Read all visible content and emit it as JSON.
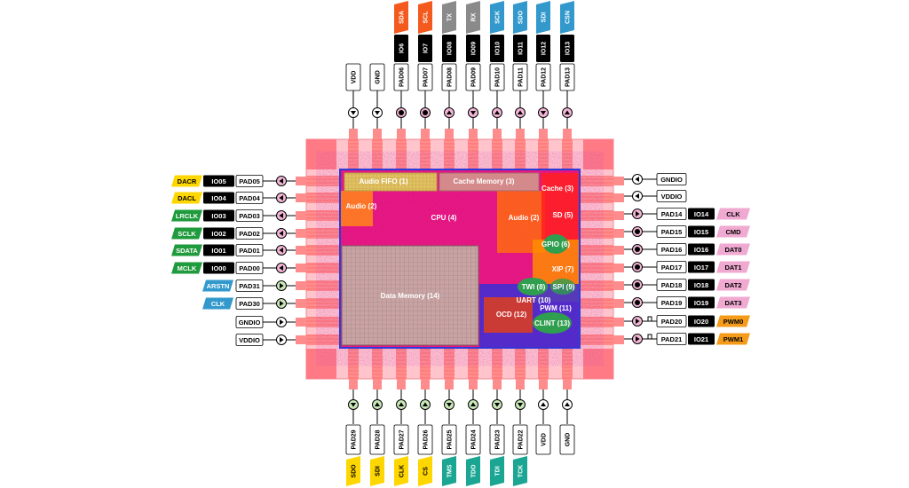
{
  "colors": {
    "orange": "#f45a1e",
    "gray": "#8a8a8a",
    "blue": "#3399cc",
    "yellow": "#ffd700",
    "green": "#1f9a3c",
    "teal": "#1aa692",
    "orange_pwm": "#f59b1a",
    "pink": "#f0aad2",
    "black": "#000000",
    "die_bg": "#ffb8c0",
    "die_border": "#f0707a"
  },
  "icons": {
    "triangle-down": "input",
    "triangle-up": "output",
    "triangle-left": "input",
    "triangle-right": "output",
    "circle": "bidirectional",
    "pulse": "pwm-wave"
  },
  "top_pins": [
    {
      "pad": "VDD",
      "kind": "power",
      "icon": "triangle-down"
    },
    {
      "pad": "GND",
      "kind": "power",
      "icon": "triangle-down"
    },
    {
      "pad": "PAD06",
      "io": "IO6",
      "func": "SDA",
      "color": "orange",
      "icon": "circle",
      "kind": "pink"
    },
    {
      "pad": "PAD07",
      "io": "IO7",
      "func": "SCL",
      "color": "orange",
      "icon": "circle",
      "kind": "pink"
    },
    {
      "pad": "PAD08",
      "io": "IO08",
      "func": "TX",
      "color": "gray",
      "icon": "triangle-up",
      "kind": "pink"
    },
    {
      "pad": "PAD09",
      "io": "IO09",
      "func": "RX",
      "color": "gray",
      "icon": "triangle-down",
      "kind": "pink"
    },
    {
      "pad": "PAD10",
      "io": "IO10",
      "func": "SCK",
      "color": "blue",
      "icon": "triangle-up",
      "kind": "pink"
    },
    {
      "pad": "PAD11",
      "io": "IO11",
      "func": "SDO",
      "color": "blue",
      "icon": "triangle-up",
      "kind": "pink"
    },
    {
      "pad": "PAD12",
      "io": "IO12",
      "func": "SDI",
      "color": "blue",
      "icon": "triangle-down",
      "kind": "pink"
    },
    {
      "pad": "PAD13",
      "io": "IO13",
      "func": "CSN",
      "color": "blue",
      "icon": "triangle-up",
      "kind": "pink"
    }
  ],
  "bottom_pins": [
    {
      "pad": "PAD29",
      "func": "SDO",
      "color": "yellow",
      "icon": "triangle-down",
      "kind": "green"
    },
    {
      "pad": "PAD28",
      "func": "SDI",
      "color": "yellow",
      "icon": "triangle-up",
      "kind": "green"
    },
    {
      "pad": "PAD27",
      "func": "CLK",
      "color": "yellow",
      "icon": "triangle-up",
      "kind": "green"
    },
    {
      "pad": "PAD26",
      "func": "CS",
      "color": "yellow",
      "icon": "triangle-up",
      "kind": "green"
    },
    {
      "pad": "PAD25",
      "func": "TMS",
      "color": "teal",
      "icon": "triangle-down",
      "kind": "green"
    },
    {
      "pad": "PAD24",
      "func": "TDO",
      "color": "teal",
      "icon": "triangle-up",
      "kind": "green"
    },
    {
      "pad": "PAD23",
      "func": "TDI",
      "color": "teal",
      "icon": "triangle-down",
      "kind": "green"
    },
    {
      "pad": "PAD22",
      "func": "TCK",
      "color": "teal",
      "icon": "triangle-down",
      "kind": "green"
    },
    {
      "pad": "VDD",
      "kind": "power",
      "icon": "triangle-up"
    },
    {
      "pad": "GND",
      "kind": "power",
      "icon": "triangle-up"
    }
  ],
  "left_pins": [
    {
      "pad": "PAD05",
      "io": "IO05",
      "func": "DACR",
      "color": "yellow",
      "icon": "triangle-left",
      "kind": "pink"
    },
    {
      "pad": "PAD04",
      "io": "IO04",
      "func": "DACL",
      "color": "yellow",
      "icon": "triangle-left",
      "kind": "pink"
    },
    {
      "pad": "PAD03",
      "io": "IO03",
      "func": "LRCLK",
      "color": "green",
      "icon": "triangle-left",
      "kind": "pink"
    },
    {
      "pad": "PAD02",
      "io": "IO02",
      "func": "SCLK",
      "color": "green",
      "icon": "triangle-left",
      "kind": "pink"
    },
    {
      "pad": "PAD01",
      "io": "IO01",
      "func": "SDATA",
      "color": "green",
      "icon": "triangle-left",
      "kind": "pink"
    },
    {
      "pad": "PAD00",
      "io": "IO00",
      "func": "MCLK",
      "color": "green",
      "icon": "triangle-left",
      "kind": "pink"
    },
    {
      "pad": "PAD31",
      "func": "ARSTN",
      "color": "blue",
      "icon": "triangle-right",
      "kind": "green"
    },
    {
      "pad": "PAD30",
      "func": "CLK",
      "color": "blue",
      "icon": "triangle-right",
      "kind": "green"
    },
    {
      "pad": "GNDIO",
      "kind": "power",
      "icon": "triangle-right"
    },
    {
      "pad": "VDDIO",
      "kind": "power",
      "icon": "triangle-right"
    }
  ],
  "right_pins": [
    {
      "pad": "GNDIO",
      "kind": "power",
      "icon": "triangle-left"
    },
    {
      "pad": "VDDIO",
      "kind": "power",
      "icon": "triangle-left"
    },
    {
      "pad": "PAD14",
      "io": "IO14",
      "func": "CLK",
      "color": "pink",
      "icon": "triangle-right",
      "kind": "pink"
    },
    {
      "pad": "PAD15",
      "io": "IO15",
      "func": "CMD",
      "color": "pink",
      "icon": "circle",
      "kind": "pink"
    },
    {
      "pad": "PAD16",
      "io": "IO16",
      "func": "DAT0",
      "color": "pink",
      "icon": "circle",
      "kind": "pink"
    },
    {
      "pad": "PAD17",
      "io": "IO17",
      "func": "DAT1",
      "color": "pink",
      "icon": "circle",
      "kind": "pink"
    },
    {
      "pad": "PAD18",
      "io": "IO18",
      "func": "DAT2",
      "color": "pink",
      "icon": "circle",
      "kind": "pink"
    },
    {
      "pad": "PAD19",
      "io": "IO19",
      "func": "DAT3",
      "color": "pink",
      "icon": "circle",
      "kind": "pink"
    },
    {
      "pad": "PAD20",
      "io": "IO20",
      "func": "PWM0",
      "color": "orange_pwm",
      "icon": "triangle-right",
      "kind": "pink",
      "pulse": true
    },
    {
      "pad": "PAD21",
      "io": "IO21",
      "func": "PWM1",
      "color": "orange_pwm",
      "icon": "triangle-right",
      "kind": "pink",
      "pulse": true
    }
  ],
  "blocks": [
    {
      "key": "audio_fifo",
      "label": "Audio FIFO (1)"
    },
    {
      "key": "cache_memory",
      "label": "Cache Memory (3)"
    },
    {
      "key": "cache",
      "label": "Cache (3)"
    },
    {
      "key": "audio_left",
      "label": "Audio (2)"
    },
    {
      "key": "cpu",
      "label": "CPU (4)"
    },
    {
      "key": "audio_right",
      "label": "Audio (2)"
    },
    {
      "key": "sd",
      "label": "SD (5)"
    },
    {
      "key": "gpio",
      "label": "GPIO (6)"
    },
    {
      "key": "xip",
      "label": "XIP (7)"
    },
    {
      "key": "data_memory",
      "label": "Data Memory (14)"
    },
    {
      "key": "twi",
      "label": "TWI (8)"
    },
    {
      "key": "spi",
      "label": "SPI (9)"
    },
    {
      "key": "uart",
      "label": "UART (10)"
    },
    {
      "key": "pwm",
      "label": "PWM (11)"
    },
    {
      "key": "ocd",
      "label": "OCD (12)"
    },
    {
      "key": "clint",
      "label": "CLINT (13)"
    }
  ]
}
